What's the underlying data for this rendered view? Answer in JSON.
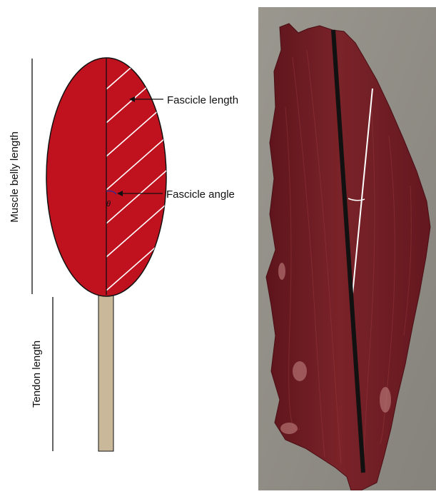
{
  "diagram": {
    "labels": {
      "fascicle_length": "Fascicle length",
      "fascicle_angle": "Fascicle angle",
      "muscle_belly_length": "Muscle belly length",
      "tendon_length": "Tendon length",
      "angle_symbol": "θ"
    },
    "colors": {
      "muscle": "#c0111f",
      "tendon": "#c9b99a",
      "outline": "#111111",
      "fascicle_lines": "#ffffff",
      "angle_arc": "#3a2a8a"
    }
  },
  "photo": {
    "content": "dissected muscle specimen with black reference line and white fascicle line",
    "colors": {
      "background": "#8f8c86",
      "tissue": "#6b1a22",
      "reference_line": "#111111",
      "fascicle_line": "#ffffff"
    }
  }
}
